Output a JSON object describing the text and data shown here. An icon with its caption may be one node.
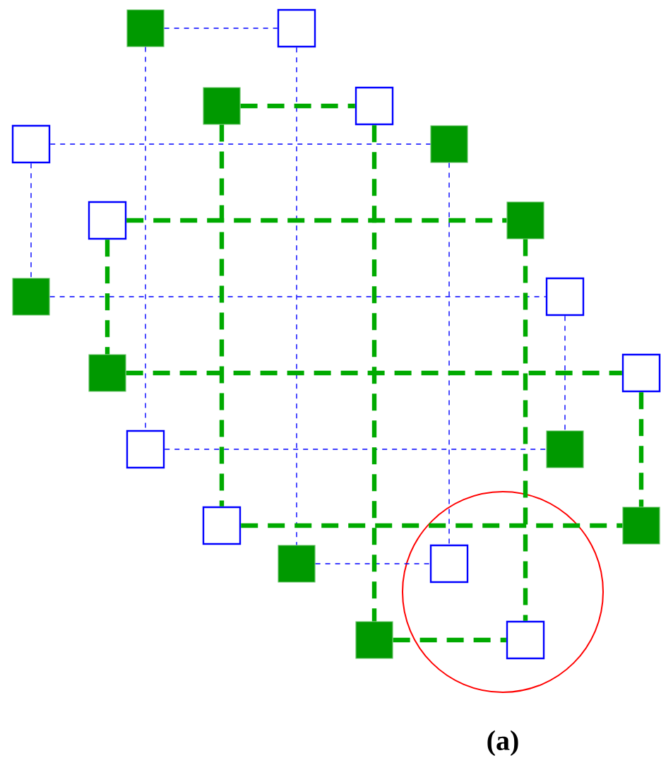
{
  "diagram": {
    "caption": "(a)",
    "nodes": [
      {
        "text": [],
        "shape": "block"
      },
      {
        "text": [],
        "shape": "box"
      },
      {
        "text": [],
        "shape": "block"
      },
      {
        "text": [],
        "shape": "box"
      },
      {
        "text": [],
        "shape": "box"
      },
      {
        "text": [],
        "shape": "block"
      },
      {
        "text": [],
        "shape": "box"
      },
      {
        "text": [],
        "shape": "block"
      },
      {
        "text": [],
        "shape": "block"
      },
      {
        "text": [],
        "shape": "box"
      },
      {
        "text": [],
        "shape": "block"
      },
      {
        "text": [],
        "shape": "box"
      },
      {
        "text": [],
        "shape": "box"
      },
      {
        "text": [],
        "shape": "block"
      },
      {
        "text": [],
        "shape": "box"
      },
      {
        "text": [],
        "shape": "block"
      },
      {
        "text": [],
        "shape": "block"
      },
      {
        "text": [],
        "shape": "box"
      },
      {
        "text": [],
        "shape": "block"
      },
      {
        "text": [],
        "shape": "box"
      }
    ],
    "edges": [
      {
        "from": 0,
        "to": 1,
        "arrow": "none",
        "style": "dashed"
      },
      {
        "from": 0,
        "to": 12,
        "arrow": "none",
        "style": "dashed"
      },
      {
        "from": 1,
        "to": 16,
        "arrow": "none",
        "style": "dashed"
      },
      {
        "from": 4,
        "to": 5,
        "arrow": "none",
        "style": "dashed"
      },
      {
        "from": 4,
        "to": 8,
        "arrow": "none",
        "style": "dashed"
      },
      {
        "from": 5,
        "to": 17,
        "arrow": "none",
        "style": "dashed"
      },
      {
        "from": 8,
        "to": 9,
        "arrow": "none",
        "style": "dashed"
      },
      {
        "from": 9,
        "to": 13,
        "arrow": "none",
        "style": "dashed"
      },
      {
        "from": 12,
        "to": 13,
        "arrow": "none",
        "style": "dashed"
      },
      {
        "from": 16,
        "to": 17,
        "arrow": "none",
        "style": "dashed"
      },
      {
        "from": 2,
        "to": 3,
        "arrow": "none",
        "style": "dashed",
        "color": "#00aa00"
      },
      {
        "from": 2,
        "to": 14,
        "arrow": "none",
        "style": "dashed",
        "color": "#00aa00"
      },
      {
        "from": 3,
        "to": 18,
        "arrow": "none",
        "style": "dashed",
        "color": "#00aa00"
      },
      {
        "from": 6,
        "to": 7,
        "arrow": "none",
        "style": "dashed",
        "color": "#00aa00"
      },
      {
        "from": 6,
        "to": 10,
        "arrow": "none",
        "style": "dashed",
        "color": "#00aa00"
      },
      {
        "from": 7,
        "to": 19,
        "arrow": "none",
        "style": "dashed",
        "color": "#00aa00"
      },
      {
        "from": 10,
        "to": 11,
        "arrow": "none",
        "style": "dashed",
        "color": "#00aa00"
      },
      {
        "from": 11,
        "to": 15,
        "arrow": "none",
        "style": "dashed",
        "color": "#00aa00"
      },
      {
        "from": 14,
        "to": 15,
        "arrow": "none",
        "style": "dashed",
        "color": "#00aa00"
      },
      {
        "from": 18,
        "to": 19,
        "arrow": "none",
        "style": "dashed",
        "color": "#00aa00"
      }
    ]
  }
}
